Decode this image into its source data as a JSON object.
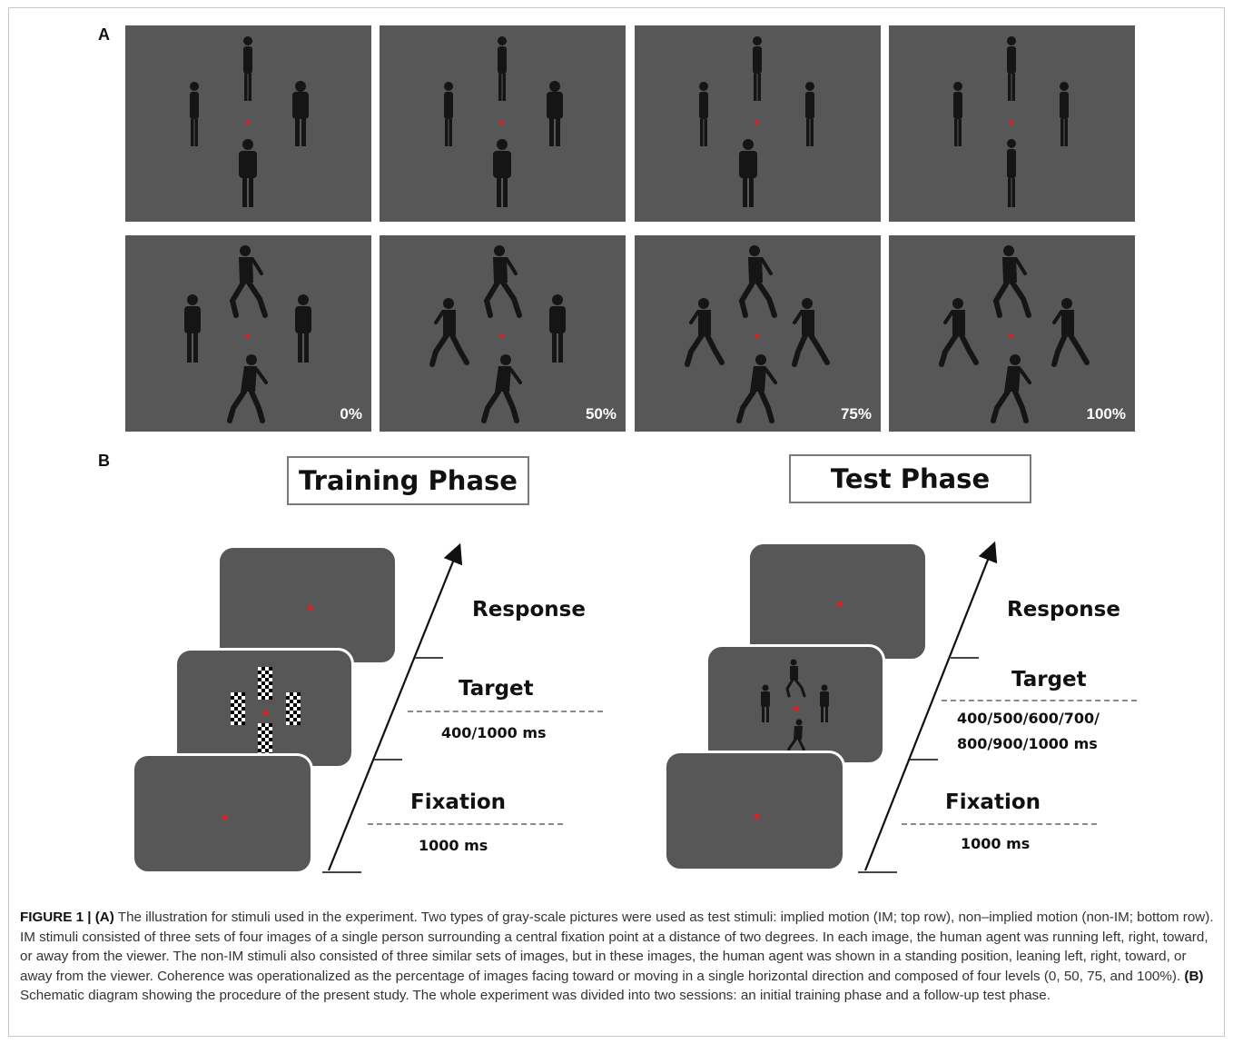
{
  "panels": {
    "a": "A",
    "b": "B"
  },
  "coherence_labels": [
    "0%",
    "50%",
    "75%",
    "100%"
  ],
  "phases": {
    "training": {
      "title": "Training Phase",
      "response": "Response",
      "target": "Target",
      "target_duration": "400/1000 ms",
      "fixation": "Fixation",
      "fixation_duration": "1000 ms"
    },
    "test": {
      "title": "Test Phase",
      "response": "Response",
      "target": "Target",
      "target_duration_line1": "400/500/600/700/",
      "target_duration_line2": "800/900/1000 ms",
      "fixation": "Fixation",
      "fixation_duration": "1000 ms"
    }
  },
  "caption": {
    "label": "FIGURE 1 |",
    "a_ref": "(A)",
    "a_text": " The illustration for stimuli used in the experiment. Two types of gray-scale pictures were used as test stimuli: implied motion (IM; top row), non–implied motion (non-IM; bottom row). IM stimuli consisted of three sets of four images of a single person surrounding a central fixation point at a distance of two degrees. In each image, the human agent was running left, right, toward, or away from the viewer. The non-IM stimuli also consisted of three similar sets of images, but in these images, the human agent was shown in a standing position, leaning left, right, toward, or away from the viewer. Coherence was operationalized as the percentage of images facing toward or moving in a single horizontal direction and composed of four levels (0, 50, 75, and 100%). ",
    "b_ref": "(B)",
    "b_text": " Schematic diagram showing the procedure of the present study. The whole experiment was divided into two sessions: an initial training phase and a follow-up test phase."
  },
  "colors": {
    "stimulus_bg": "#575757",
    "fixation": "#e02020",
    "figure": "#151515"
  }
}
